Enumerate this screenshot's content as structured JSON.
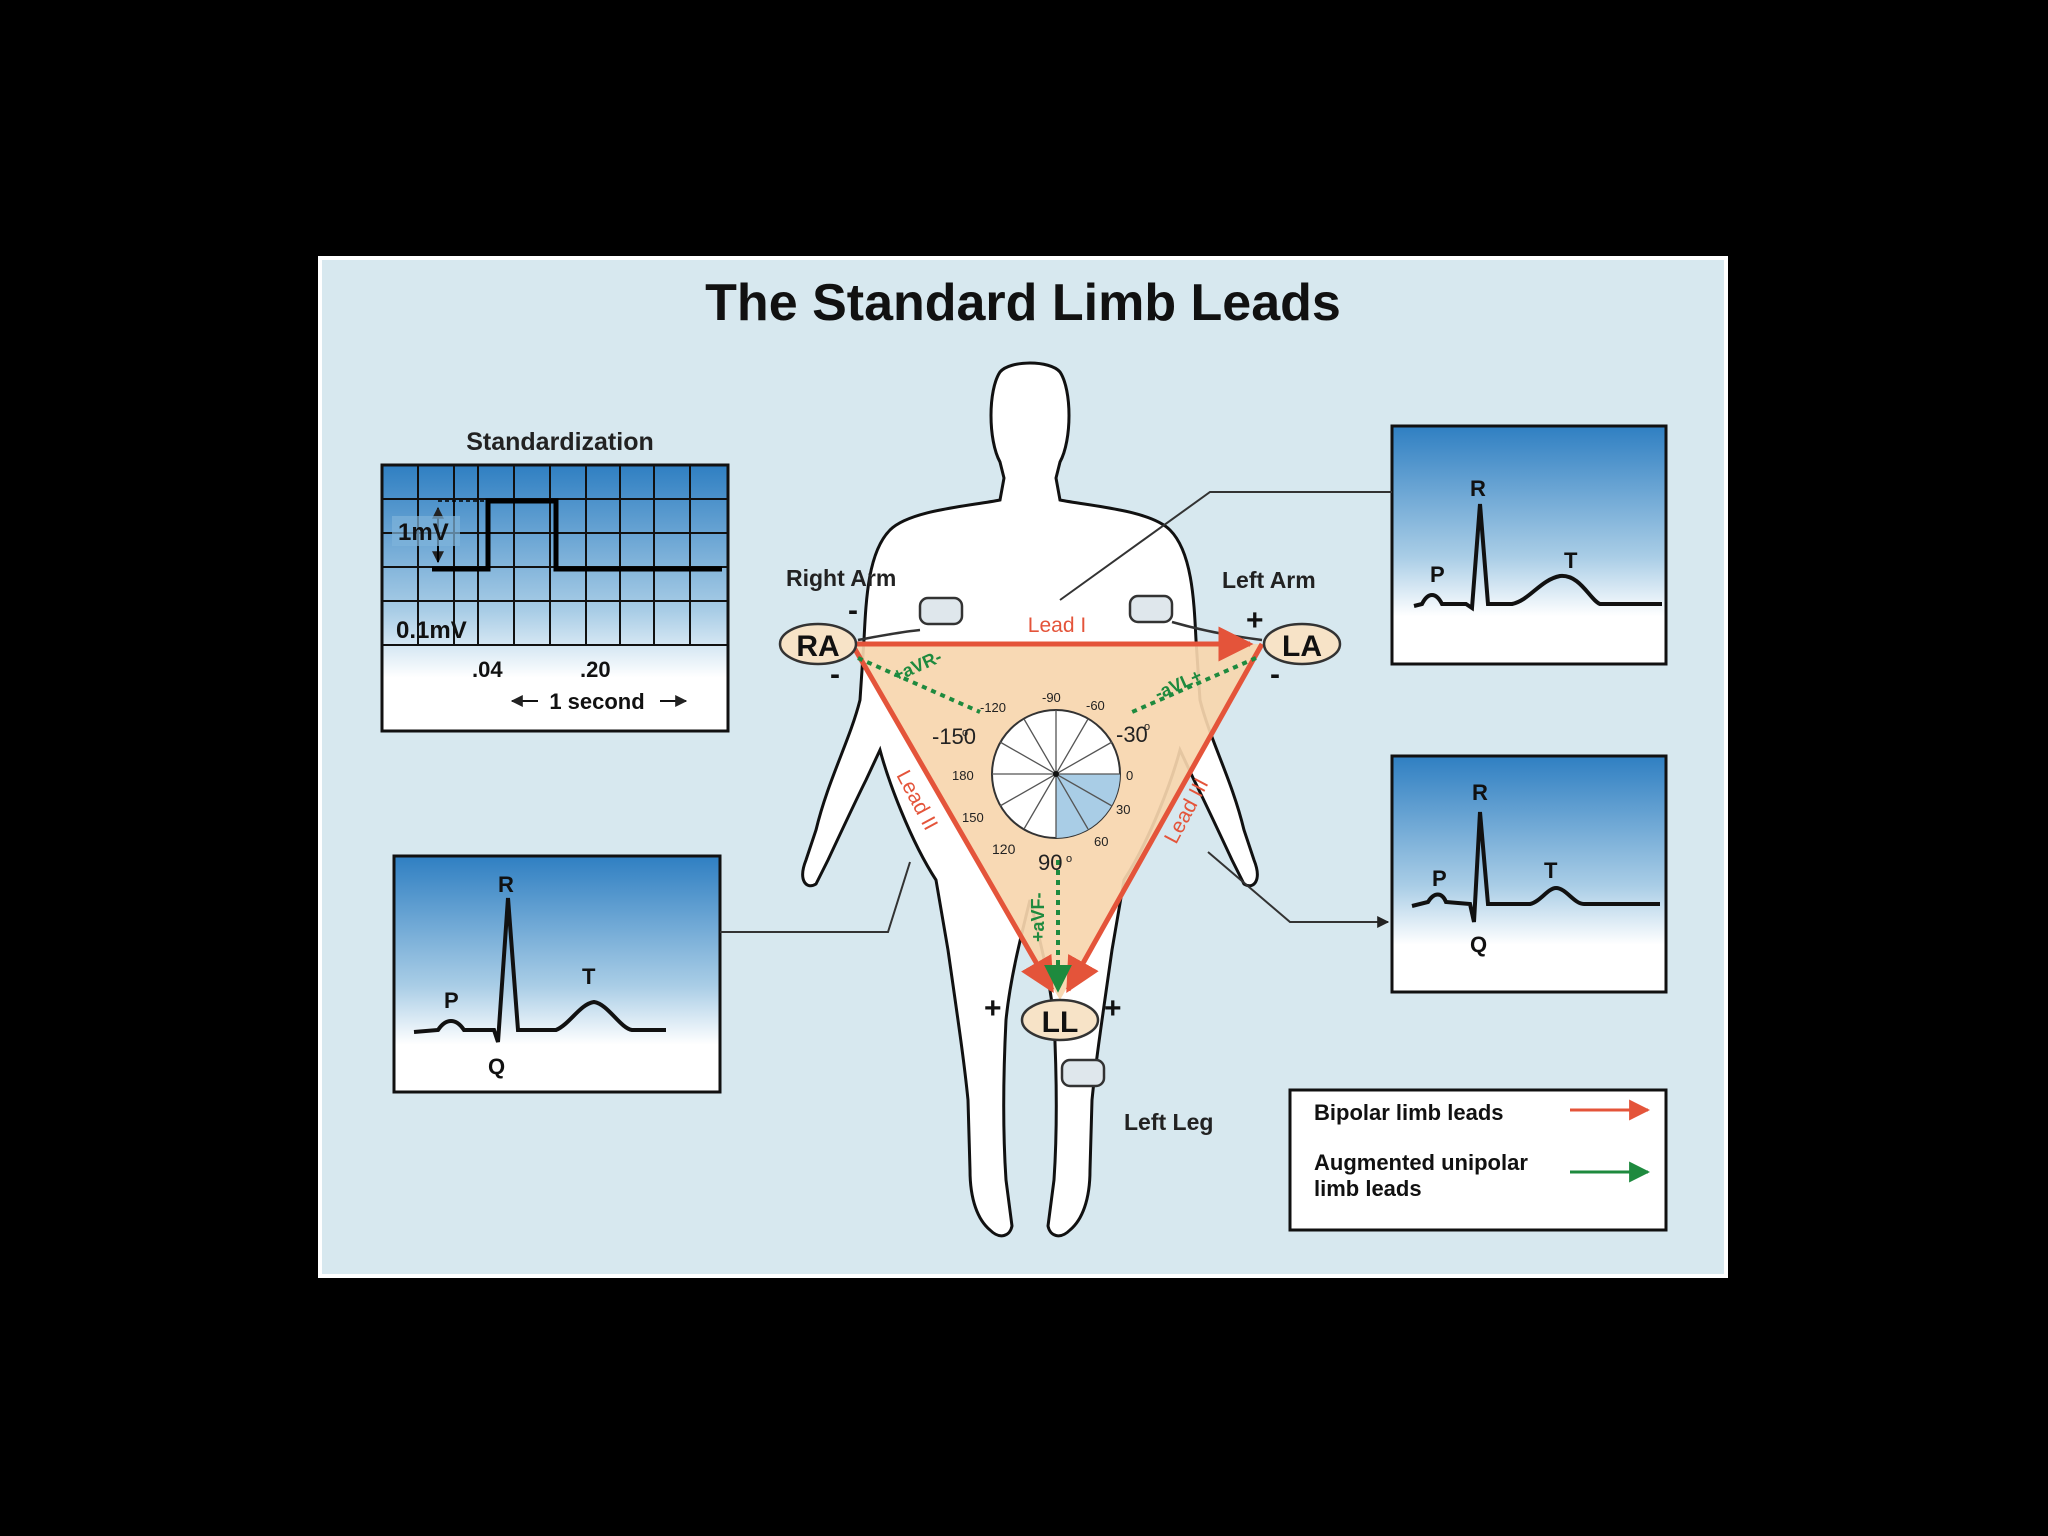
{
  "title": "The Standard Limb Leads",
  "colors": {
    "background": "#000000",
    "panel": "#d7e8ef",
    "bipolar": "#e4543a",
    "augmented": "#1e8a3e",
    "triangle_fill": "#f7d6ae",
    "body_fill": "#ffffff",
    "ecg_box_top": "#2f7fc2",
    "ecg_box_bottom": "#ffffff"
  },
  "standardization": {
    "label": "Standardization",
    "mv_label": "1mV",
    "small_mv_label": "0.1mV",
    "tick_04": ".04",
    "tick_20": ".20",
    "second_label": "1 second"
  },
  "limbs": {
    "right_arm_label": "Right Arm",
    "left_arm_label": "Left Arm",
    "left_leg_label": "Left Leg",
    "ra": "RA",
    "la": "LA",
    "ll": "LL",
    "plus": "+",
    "minus": "-"
  },
  "leads": {
    "lead1": "Lead I",
    "lead2": "Lead II",
    "lead3": "Lead III",
    "avr": "+aVR-",
    "avl": "-aVL+",
    "avf": "+aVF-"
  },
  "angles": {
    "m150": "-150",
    "m30": "-30",
    "m120": "-120",
    "m90": "-90",
    "m60": "-60",
    "a180": "180",
    "a0": "0",
    "a150": "150",
    "a30": "30",
    "a120": "120",
    "a90": "90",
    "a60": "60",
    "degree": "o"
  },
  "ecg_waves": {
    "lead1": {
      "p": "P",
      "r": "R",
      "t": "T"
    },
    "lead2": {
      "p": "P",
      "r": "R",
      "t": "T",
      "q": "Q"
    },
    "lead3": {
      "p": "P",
      "r": "R",
      "t": "T",
      "q": "Q"
    }
  },
  "legend": {
    "bipolar": "Bipolar limb leads",
    "augmented_line1": "Augmented unipolar",
    "augmented_line2": "limb leads"
  }
}
